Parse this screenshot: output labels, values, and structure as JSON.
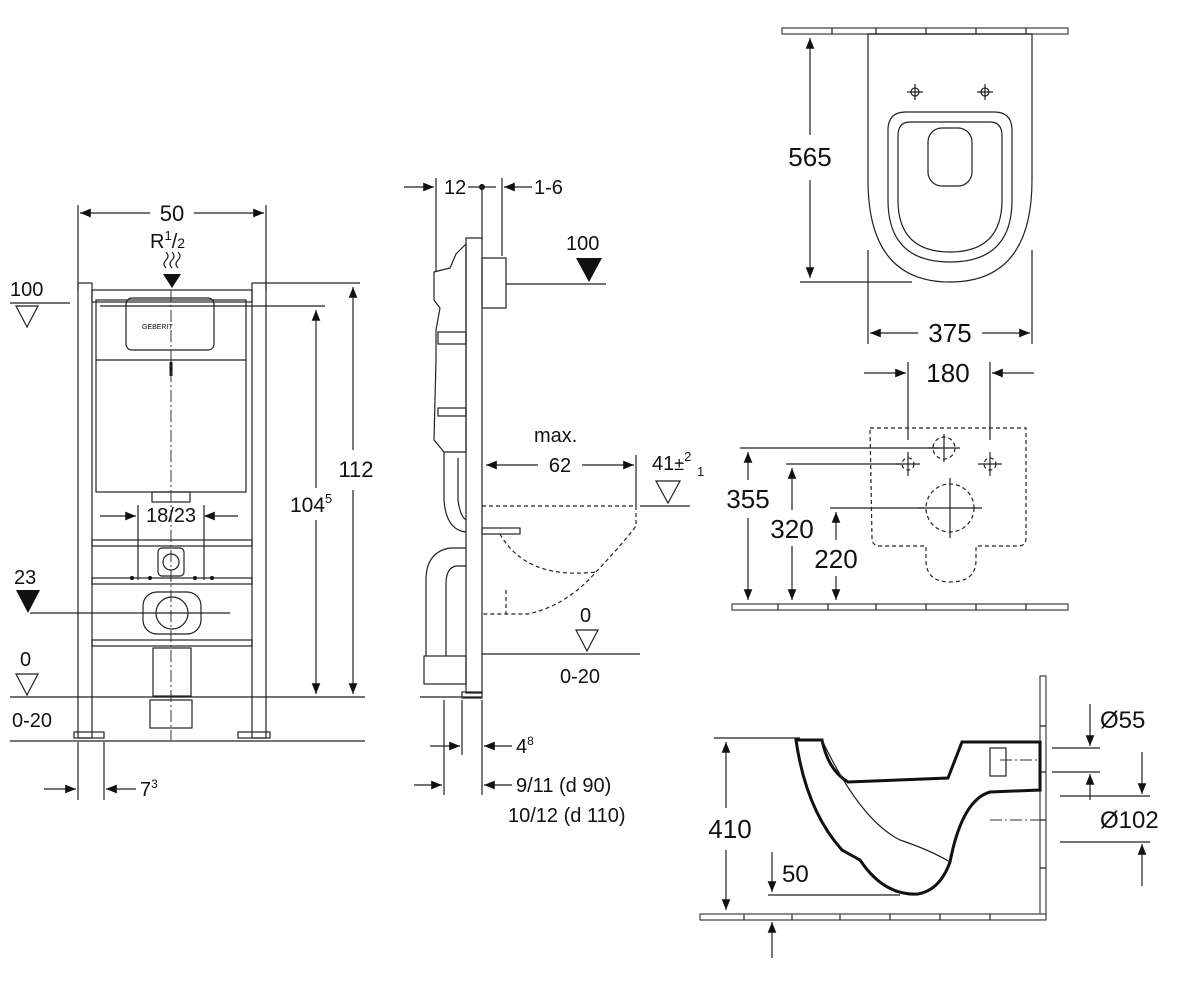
{
  "front_view": {
    "width": "50",
    "pipe_base": "R",
    "pipe_sup": "1",
    "pipe_sub": "2",
    "level_top": "100",
    "height_outer": "112",
    "height_inner_base": "104",
    "height_inner_sup": "5",
    "spacing": "18/23",
    "level_mid": "23",
    "level_zero": "0",
    "range": "0-20",
    "offset_base": "7",
    "offset_sup": "3",
    "brand": "GEBERIT"
  },
  "side_view": {
    "depth": "12",
    "adjust": "1-6",
    "level_top": "100",
    "max_label": "max.",
    "max_value": "62",
    "bowl_level_base": "41",
    "bowl_level_sign": "±",
    "bowl_level_sup": "2",
    "bowl_level_sub": "1",
    "level_zero": "0",
    "range": "0-20",
    "foot_base": "4",
    "foot_sup": "8",
    "pipe_90": "9/11 (d 90)",
    "pipe_110": "10/12 (d 110)"
  },
  "top_view": {
    "length": "565",
    "width": "375"
  },
  "back_view": {
    "bolt_spacing": "180",
    "height_355": "355",
    "height_320": "320",
    "height_220": "220"
  },
  "section_view": {
    "height": "410",
    "depth": "50",
    "dia_small": "Ø55",
    "dia_large": "Ø102"
  },
  "colors": {
    "line": "#111111",
    "background": "#ffffff"
  }
}
